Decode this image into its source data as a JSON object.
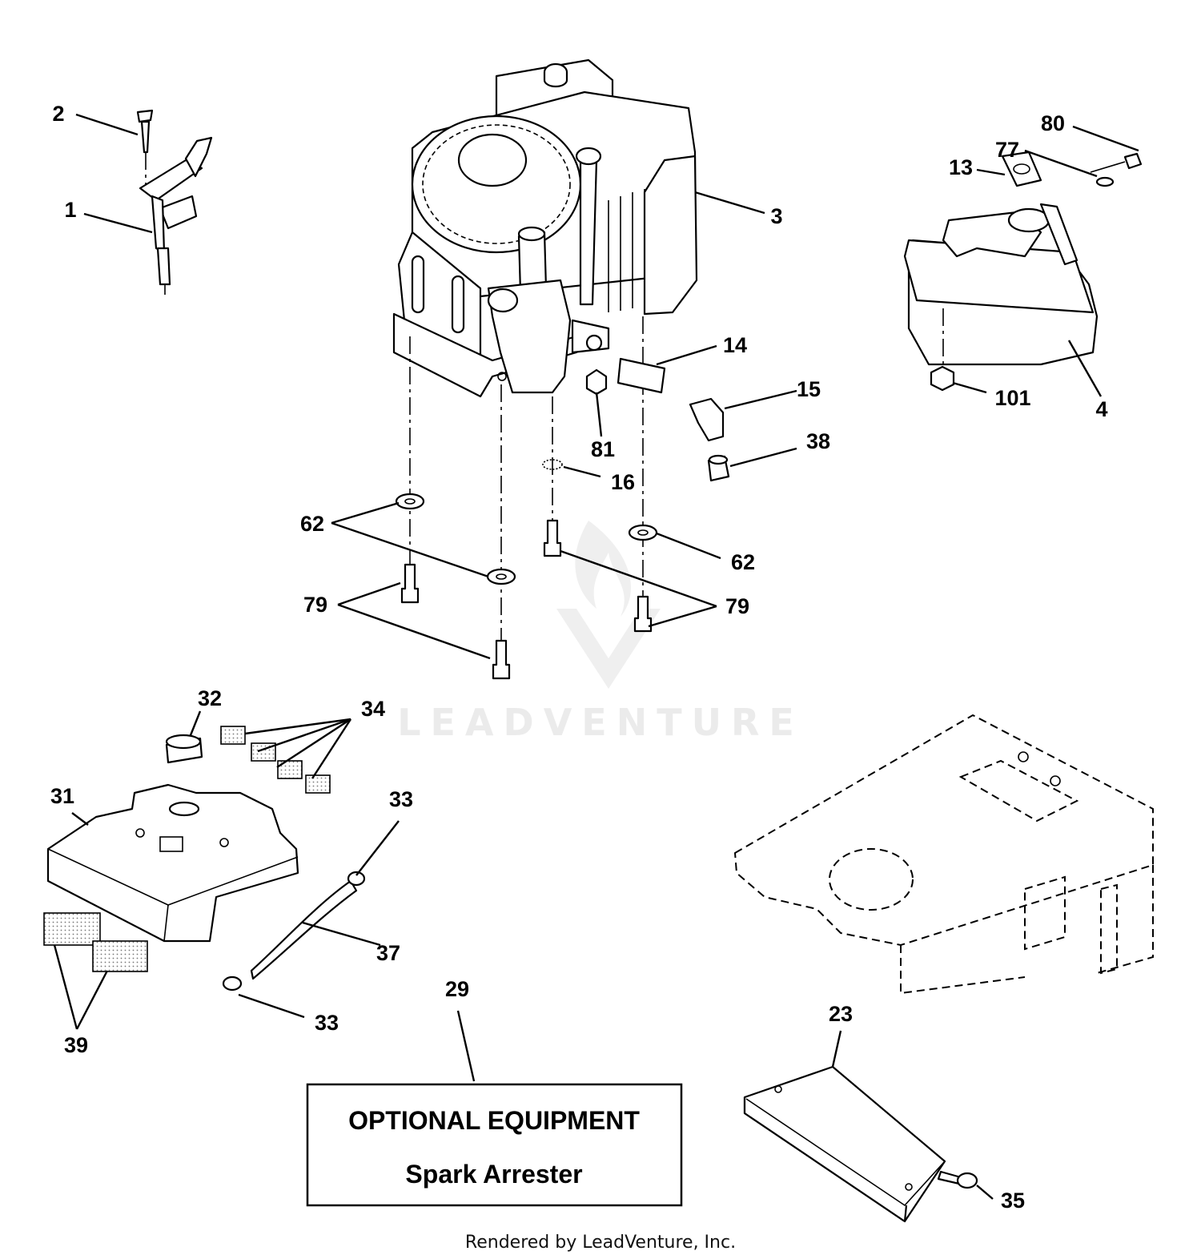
{
  "callouts": {
    "c1": "1",
    "c2": "2",
    "c3": "3",
    "c4": "4",
    "c13": "13",
    "c14": "14",
    "c15": "15",
    "c16": "16",
    "c23": "23",
    "c29": "29",
    "c31": "31",
    "c32": "32",
    "c33a": "33",
    "c33b": "33",
    "c34": "34",
    "c35": "35",
    "c37": "37",
    "c38": "38",
    "c39": "39",
    "c62a": "62",
    "c62b": "62",
    "c77": "77",
    "c79a": "79",
    "c79b": "79",
    "c80": "80",
    "c81": "81",
    "c101": "101"
  },
  "optional_box": {
    "title": "OPTIONAL EQUIPMENT",
    "subtitle": "Spark Arrester"
  },
  "watermark": "LEADVENTURE",
  "footer": "Rendered by LeadVenture, Inc."
}
